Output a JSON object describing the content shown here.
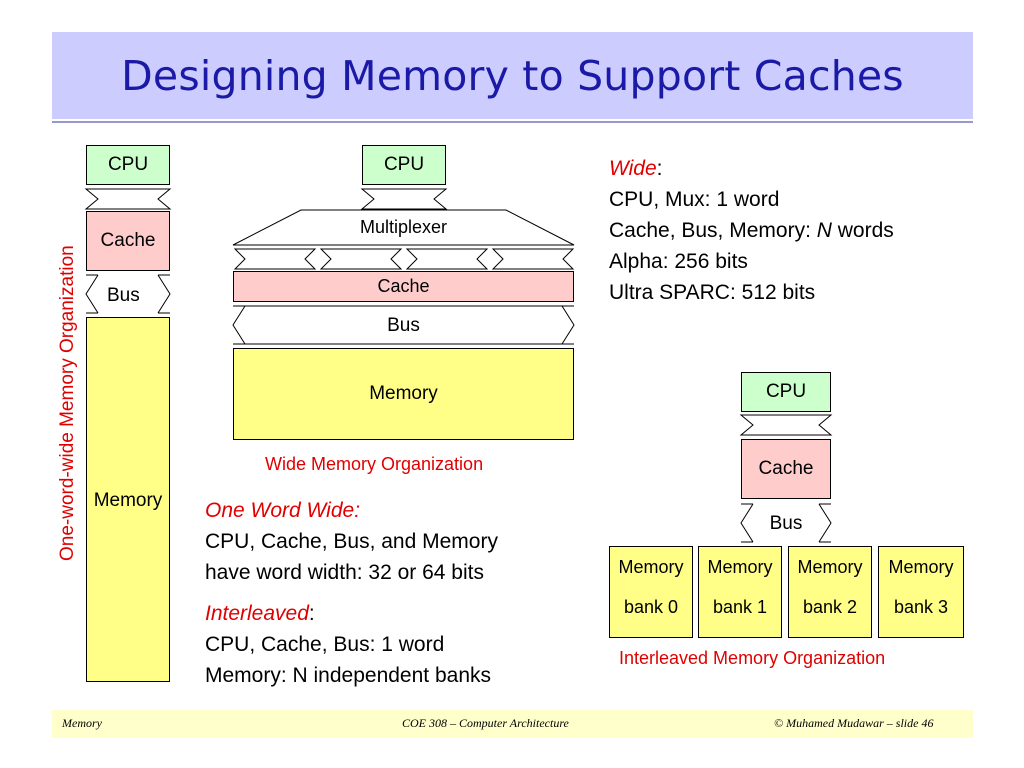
{
  "title": "Designing Memory to Support Caches",
  "one_word": {
    "cpu": "CPU",
    "cache": "Cache",
    "bus": "Bus",
    "memory": "Memory",
    "caption": "One-word-wide Memory Organization"
  },
  "wide": {
    "cpu": "CPU",
    "mux": "Multiplexer",
    "cache": "Cache",
    "bus": "Bus",
    "memory": "Memory",
    "caption": "Wide Memory Organization"
  },
  "interleaved": {
    "cpu": "CPU",
    "cache": "Cache",
    "bus": "Bus",
    "banks": [
      {
        "line1": "Memory",
        "line2": "bank 0"
      },
      {
        "line1": "Memory",
        "line2": "bank 1"
      },
      {
        "line1": "Memory",
        "line2": "bank 2"
      },
      {
        "line1": "Memory",
        "line2": "bank 3"
      }
    ],
    "caption": "Interleaved Memory Organization"
  },
  "notes": {
    "wide_heading": "Wide",
    "wide_colon": ":",
    "wide_line1": "CPU, Mux: 1 word",
    "wide_line2_a": "Cache, Bus, Memory: ",
    "wide_line2_n": "N",
    "wide_line2_b": " words",
    "wide_line3": "Alpha: 256 bits",
    "wide_line4": "Ultra SPARC: 512 bits",
    "onew_heading": "One Word Wide:",
    "onew_line1": "CPU, Cache, Bus, and Memory",
    "onew_line2": "have word width: 32 or 64 bits",
    "inter_heading": "Interleaved",
    "inter_colon": ":",
    "inter_line1": "CPU, Cache, Bus: 1 word",
    "inter_line2": "Memory: N independent banks"
  },
  "footer": {
    "left": "Memory",
    "center": "COE 308 – Computer Architecture",
    "right": "© Muhamed Mudawar – slide 46"
  }
}
